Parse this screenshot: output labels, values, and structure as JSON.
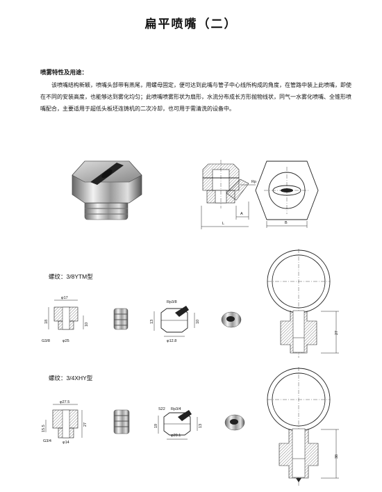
{
  "title": "扁平喷嘴（二）",
  "section": {
    "heading": "喷雾特性及用途：",
    "body": "该喷嘴结构新颖，喷嘴头部带有燕尾，用螺母固定，便可达到此嘴与管子中心线所构成的角度，在管路中装上此喷嘴，即使在不同的安装高度，也能够达到雾化均匀；此喷嘴喷雾形状为扇形，水流分布成长方形抛物线状，同气一水雾化喷嘴、全锥形喷嘴配合，主要适用于超低头板坯连铸机的二次冷却，也可用于需清洗的设备中。"
  },
  "drawing1": {
    "rp": "Rp",
    "a": "A",
    "l": "L",
    "b": "B"
  },
  "model1": {
    "label": "螺纹：3/8YTM型",
    "d1": "φ17",
    "h1": "18",
    "h2": "10",
    "thread": "G3/8",
    "d2": "φ25",
    "rp": "Rp3/8",
    "h3": "13",
    "h4": "10",
    "d3": "φ12.8",
    "pipe_h": "27"
  },
  "model2": {
    "label": "螺纹：3/4XHY型",
    "d1": "φ27.5",
    "h1": "15.5",
    "h2": "27",
    "thread": "G3/4",
    "d2": "φ14",
    "s": "S22",
    "rp": "Rp3/4",
    "h3": "19",
    "h4": "13",
    "d3": "φ20.1",
    "pipe_h": "38"
  }
}
